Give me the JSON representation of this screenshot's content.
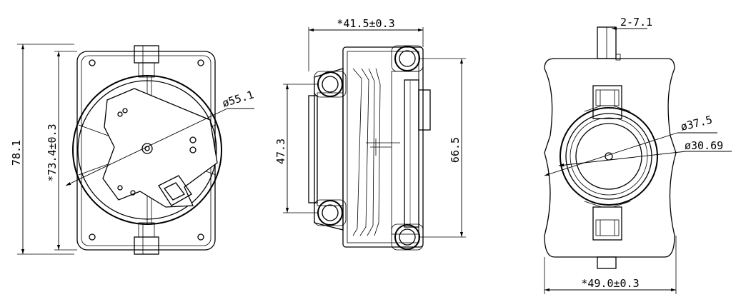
{
  "views": {
    "front": {
      "height_overall": "78.1",
      "height_inner": "*73.4±0.3",
      "diameter": "ø55.1"
    },
    "side": {
      "width": "*41.5±0.3",
      "height_left": "47.3",
      "height_right": "66.5"
    },
    "rear": {
      "tab": "2-7.1",
      "outer_diameter": "ø37.5",
      "inner_diameter": "ø30.69",
      "width": "*49.0±0.3"
    }
  }
}
